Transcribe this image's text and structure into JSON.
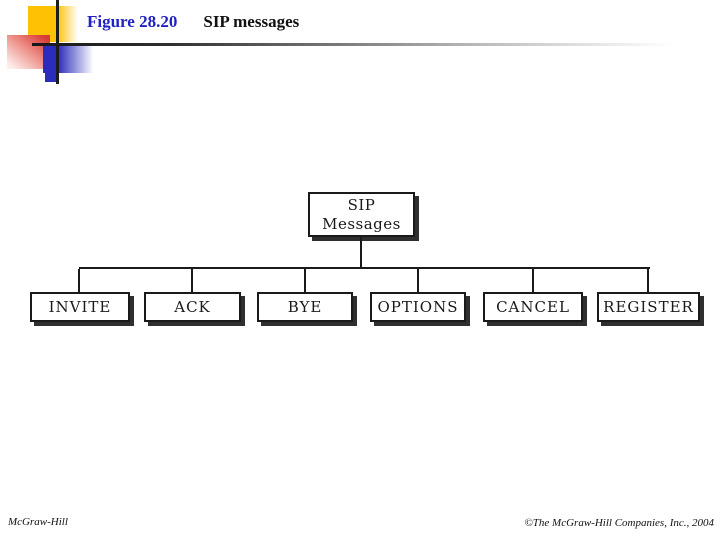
{
  "header": {
    "figure_label": "Figure 28.20",
    "title": "SIP messages"
  },
  "diagram": {
    "type": "tree",
    "root": {
      "line1": "SIP",
      "line2": "Messages"
    },
    "leaves": [
      "INVITE",
      "ACK",
      "BYE",
      "OPTIONS",
      "CANCEL",
      "REGISTER"
    ]
  },
  "footer": {
    "left": "McGraw-Hill",
    "right": "©The McGraw-Hill Companies, Inc., 2004"
  },
  "colors": {
    "title_blue": "#2222c2",
    "logo_yellow": "#ffc103",
    "logo_red": "#d93833",
    "logo_blue": "#2b2bbd",
    "connector_black": "#1a1a1a",
    "box_shadow_gray": "#2f2f2f"
  }
}
